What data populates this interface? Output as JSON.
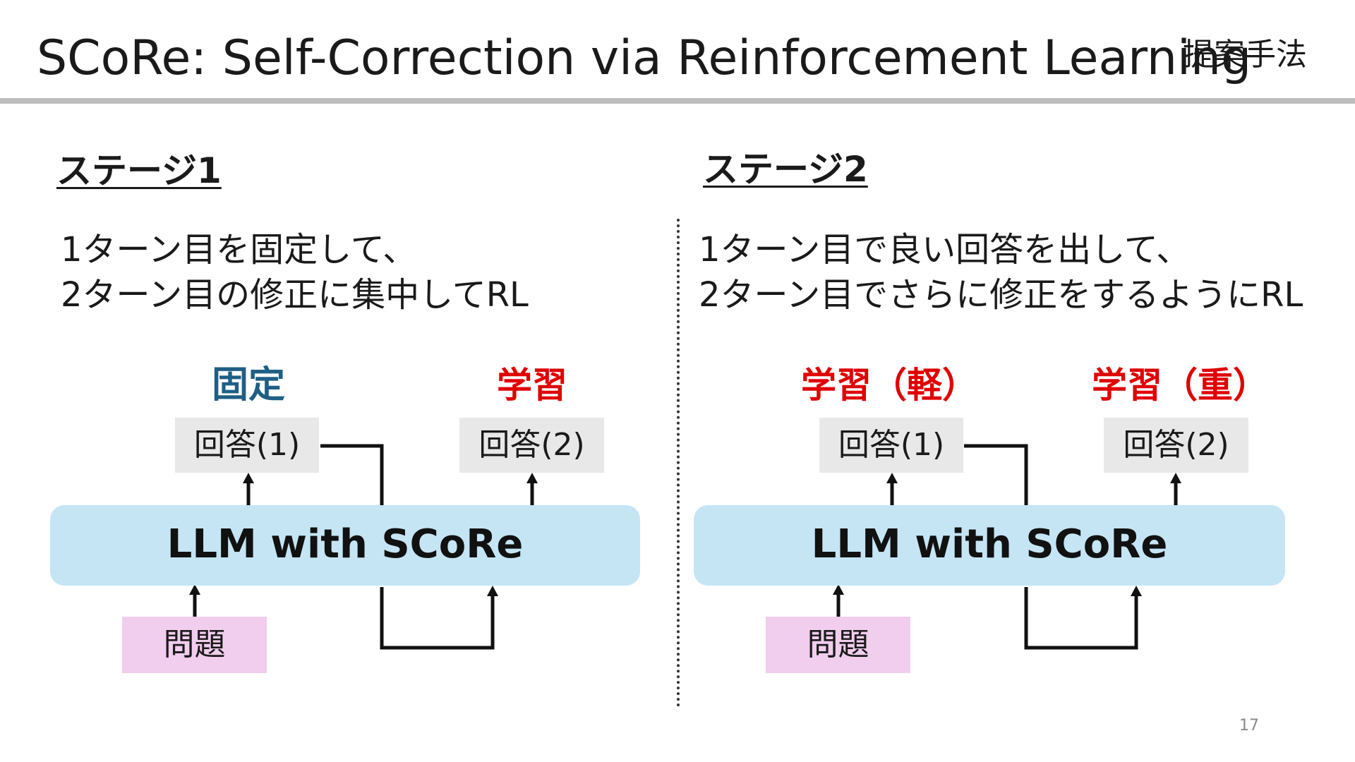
{
  "header": {
    "title": "SCoRe: Self-Correction via Reinforcement Learning",
    "section_tag": "提案手法"
  },
  "stage1": {
    "heading": "ステージ1",
    "description": [
      "1ターン目を固定して、",
      "2ターン目の修正に集中してRL"
    ],
    "label_turn1": "固定",
    "label_turn2": "学習",
    "answer1": "回答(1)",
    "answer2": "回答(2)",
    "model": "LLM with SCoRe",
    "problem": "問題"
  },
  "stage2": {
    "heading": "ステージ2",
    "description": [
      "1ターン目で良い回答を出して、",
      "2ターン目でさらに修正をするようにRL"
    ],
    "label_turn1": "学習（軽）",
    "label_turn2": "学習（重）",
    "answer1": "回答(1)",
    "answer2": "回答(2)",
    "model": "LLM with SCoRe",
    "problem": "問題"
  },
  "page_number": "17",
  "colors": {
    "fixed_label": "#1f5f85",
    "learn_label": "#e00000",
    "model_box": "#c5e5f5",
    "answer_box": "#e8e8e8",
    "problem_box": "#f1cdee",
    "title_rule": "#bdbdbd"
  }
}
